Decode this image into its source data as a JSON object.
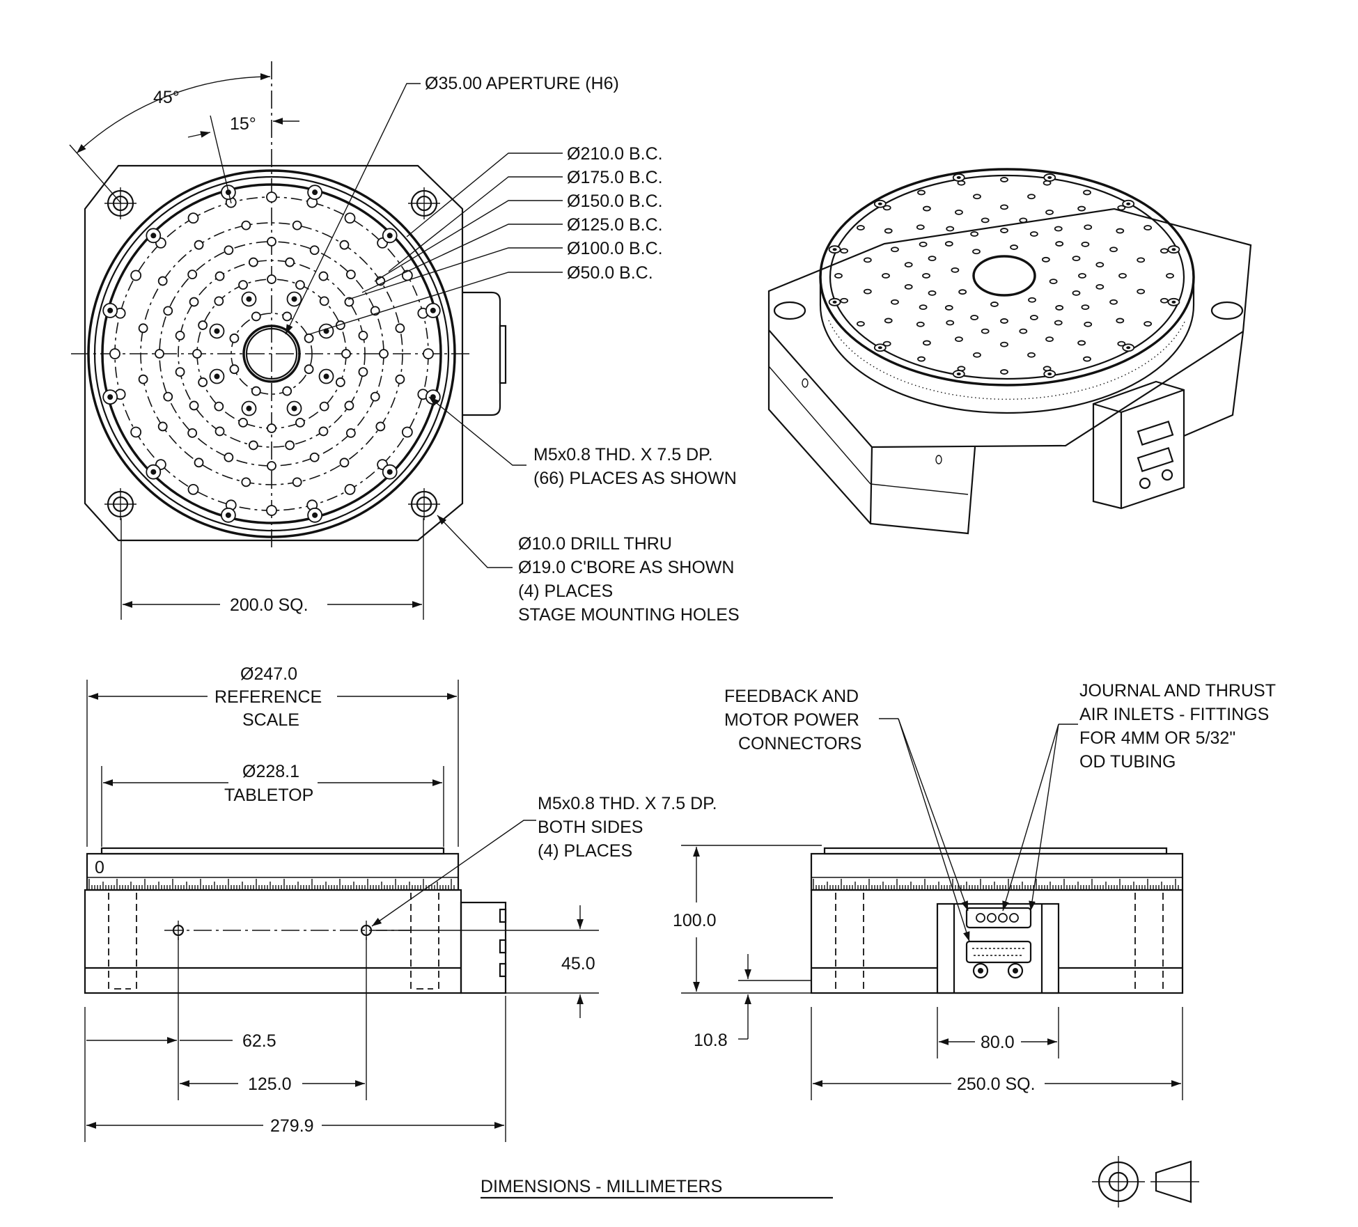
{
  "top_view": {
    "angle_45": "45°",
    "angle_15": "15°",
    "aperture": "Ø35.00 APERTURE (H6)",
    "bc_labels": [
      "Ø210.0 B.C.",
      "Ø175.0 B.C.",
      "Ø150.0 B.C.",
      "Ø125.0 B.C.",
      "Ø100.0 B.C.",
      "Ø50.0 B.C."
    ],
    "thread_note": [
      "M5x0.8 THD. X 7.5 DP.",
      "(66) PLACES AS SHOWN"
    ],
    "drill_note": [
      "Ø10.0 DRILL THRU",
      "Ø19.0 C'BORE AS SHOWN",
      "(4) PLACES",
      "STAGE MOUNTING HOLES"
    ],
    "width": "200.0 SQ."
  },
  "front_view": {
    "scale_dim": [
      "Ø247.0",
      "REFERENCE",
      "SCALE"
    ],
    "tabletop_dim": [
      "Ø228.1",
      "TABLETOP"
    ],
    "thread_note": [
      "M5x0.8 THD. X 7.5 DP.",
      "BOTH SIDES",
      "(4) PLACES"
    ],
    "height_45": "45.0",
    "dim_62": "62.5",
    "dim_125": "125.0",
    "dim_279": "279.9"
  },
  "side_view": {
    "connectors_note": [
      "FEEDBACK AND",
      "MOTOR POWER",
      "CONNECTORS"
    ],
    "air_note": [
      "JOURNAL AND THRUST",
      "AIR INLETS - FITTINGS",
      "FOR 4MM OR 5/32\"",
      "OD TUBING"
    ],
    "height_100": "100.0",
    "height_10": "10.8",
    "dim_80": "80.0",
    "dim_250": "250.0 SQ."
  },
  "title": "DIMENSIONS - MILLIMETERS"
}
